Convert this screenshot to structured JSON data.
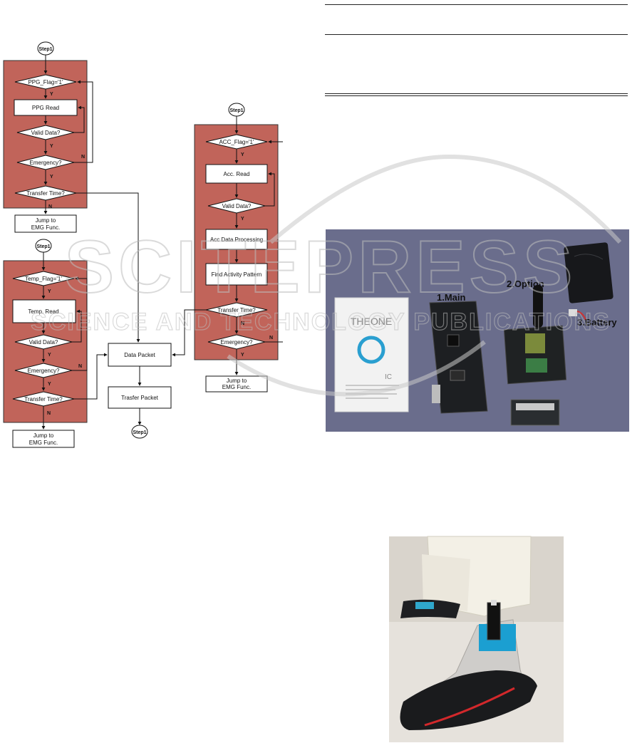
{
  "flowchart": {
    "ppg": {
      "start": "Step1",
      "flag": "PPG_Flag='1'",
      "read": "PPG Read",
      "valid": "Valid Data?",
      "emergency": "Emergency?",
      "transfer": "Transfer Time?",
      "jump_line1": "Jump to",
      "jump_line2": "EMG Func."
    },
    "temp": {
      "start": "Step1",
      "flag": "Temp_Flag='1'",
      "read": "Temp. Read",
      "valid": "Valid Data?",
      "emergency": "Emergency?",
      "transfer": "Transfer Time?",
      "jump_line1": "Jump to",
      "jump_line2": "EMG Func."
    },
    "acc": {
      "start": "Step1",
      "flag": "ACC_Flag='1'",
      "read": "Acc. Read",
      "valid": "Valid Data?",
      "processing": "Acc Data Processing",
      "pattern": "Find Activity Pattern",
      "transfer": "Transfer Time?",
      "emergency": "Emergency?",
      "jump_line1": "Jump to",
      "jump_line2": "EMG Func."
    },
    "center": {
      "data_packet": "Data Packet",
      "transfer_packet": "Trasfer Packet",
      "end": "Step1"
    },
    "branch_labels": {
      "yes": "Y",
      "no": "N"
    }
  },
  "device_photo": {
    "label_main": "1.Main",
    "label_option": "2.Option",
    "label_battery": "3.Battery",
    "box_brand": "THEONE",
    "box_mark": "IC"
  },
  "watermark": {
    "word": "SCITEPRESS",
    "tagline": "SCIENCE AND TECHNOLOGY PUBLICATIONS"
  },
  "colors": {
    "flow_panel": "#c1645a",
    "flow_panel_border": "#333333",
    "photo_background": "#6a6d8c",
    "watermark": "#d8d8d8"
  }
}
